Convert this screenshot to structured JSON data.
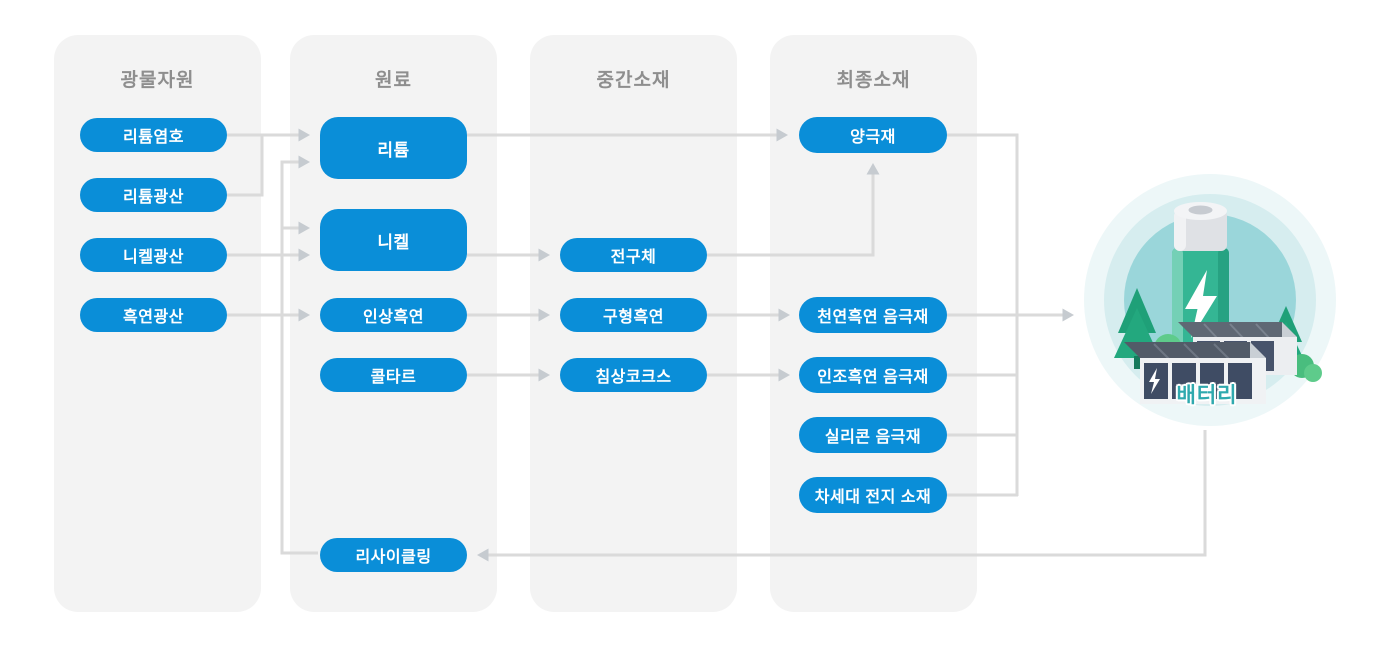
{
  "columns": [
    {
      "title": "광물자원",
      "nodes": [
        {
          "label": "리튬염호"
        },
        {
          "label": "리튬광산"
        },
        {
          "label": "니켈광산"
        },
        {
          "label": "흑연광산"
        }
      ]
    },
    {
      "title": "원료",
      "nodes": [
        {
          "label": "리튬"
        },
        {
          "label": "니켈"
        },
        {
          "label": "인상흑연"
        },
        {
          "label": "콜타르"
        },
        {
          "label": "리사이클링"
        }
      ]
    },
    {
      "title": "중간소재",
      "nodes": [
        {
          "label": "전구체"
        },
        {
          "label": "구형흑연"
        },
        {
          "label": "침상코크스"
        }
      ]
    },
    {
      "title": "최종소재",
      "nodes": [
        {
          "label": "양극재"
        },
        {
          "label": "천연흑연 음극재"
        },
        {
          "label": "인조흑연 음극재"
        },
        {
          "label": "실리콘 음극재"
        },
        {
          "label": "차세대 전지 소재"
        }
      ]
    }
  ],
  "battery": {
    "label": "배터리"
  },
  "connections": [
    {
      "from": "리튬염호",
      "to": "리튬"
    },
    {
      "from": "리튬광산",
      "to": "리튬"
    },
    {
      "from": "리사이클링",
      "to": "리튬"
    },
    {
      "from": "리사이클링",
      "to": "니켈"
    },
    {
      "from": "니켈광산",
      "to": "니켈"
    },
    {
      "from": "흑연광산",
      "to": "인상흑연"
    },
    {
      "from": "리튬",
      "to": "양극재"
    },
    {
      "from": "니켈",
      "to": "전구체"
    },
    {
      "from": "인상흑연",
      "to": "구형흑연"
    },
    {
      "from": "콜타르",
      "to": "침상코크스"
    },
    {
      "from": "전구체",
      "to": "양극재"
    },
    {
      "from": "구형흑연",
      "to": "천연흑연 음극재"
    },
    {
      "from": "침상코크스",
      "to": "인조흑연 음극재"
    },
    {
      "from": "양극재",
      "to": "배터리"
    },
    {
      "from": "천연흑연 음극재",
      "to": "배터리"
    },
    {
      "from": "인조흑연 음극재",
      "to": "배터리"
    },
    {
      "from": "실리콘 음극재",
      "to": "배터리"
    },
    {
      "from": "차세대 전지 소재",
      "to": "배터리"
    },
    {
      "from": "배터리",
      "to": "리사이클링"
    }
  ],
  "colors": {
    "node_blue": "#0a8ed8",
    "panel_bg": "#f3f3f3",
    "arrow_line": "#dadada",
    "arrow_head": "#c6cbd0",
    "header_text": "#8e8e8e",
    "battery_label": "#2fa9ae",
    "battery_circle_inner": "#9ad6da"
  }
}
